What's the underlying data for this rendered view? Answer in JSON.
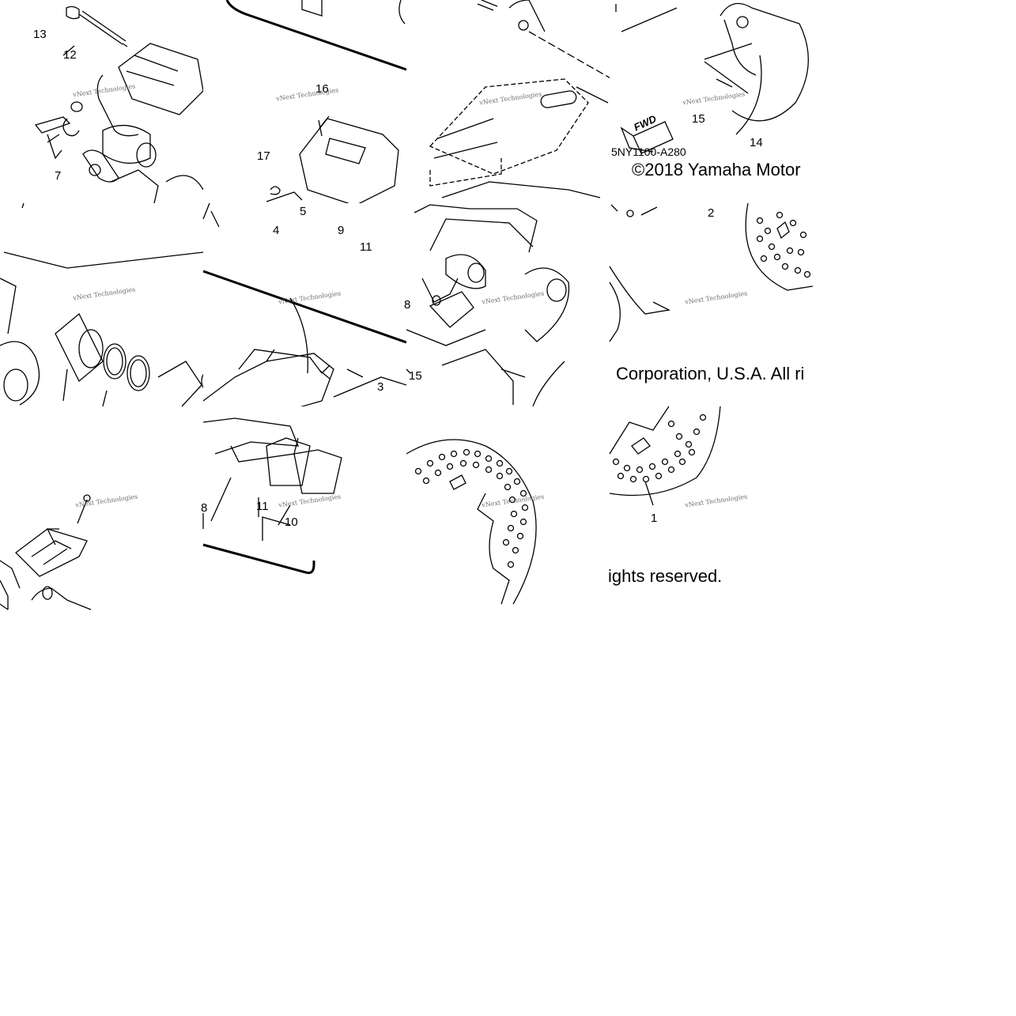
{
  "watermark": {
    "line1": "vNext Technologies",
    "line2": "Technologies"
  },
  "diagram_code": "5NY1100-A280",
  "copyright_part1": "©2018 Yamaha Motor",
  "copyright_part2": "Corporation, U.S.A. All ri",
  "copyright_part3": "ights reserved.",
  "fwd_label": "FWD",
  "callouts": {
    "n1": "1",
    "n2": "2",
    "n3": "3",
    "n4": "4",
    "n5": "5",
    "n7": "7",
    "n8a": "8",
    "n8b": "8",
    "n9": "9",
    "n10": "10",
    "n11a": "11",
    "n11b": "11",
    "n12": "12",
    "n13": "13",
    "n14": "14",
    "n15a": "15",
    "n15b": "15",
    "n16": "16",
    "n17": "17"
  }
}
